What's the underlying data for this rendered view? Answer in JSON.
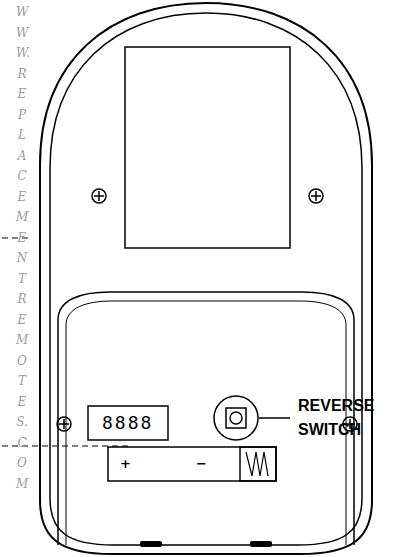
{
  "diagram": {
    "labels": [
      "WWW.REPLACEMENTREMOTES.COM",
      "8888",
      "+",
      "−",
      "REVERSE SWITCH"
    ]
  }
}
